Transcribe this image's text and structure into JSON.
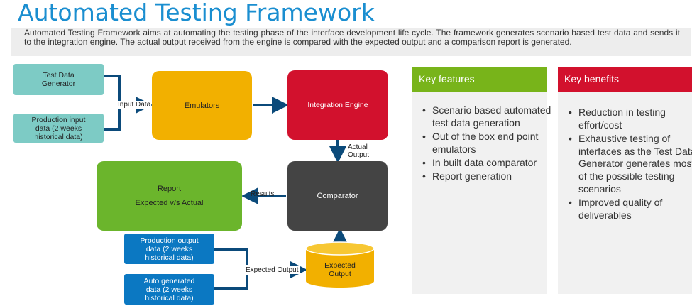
{
  "header": {
    "title": "Automated Testing Framework",
    "description": "Automated Testing Framework aims at automating the testing phase of the interface development life cycle. The framework generates scenario based test data and sends it to the integration engine. The actual output received from the engine is compared with the expected output and a comparison report is generated."
  },
  "diagram": {
    "test_data_generator": [
      "Test Data",
      "Generator"
    ],
    "production_input": [
      "Production input",
      "data (2 weeks",
      "historical data)"
    ],
    "input_data_label": "Input Data",
    "emulators": "Emulators",
    "integration_engine": "Integration Engine",
    "actual_output_label": [
      "Actual",
      "Output"
    ],
    "comparator": "Comparator",
    "results_label": "Results",
    "report": [
      "Report",
      "Expected v/s Actual"
    ],
    "production_output": [
      "Production output",
      "data (2 weeks",
      "historical data)"
    ],
    "auto_generated": [
      "Auto generated",
      "data (2 weeks",
      "historical data)"
    ],
    "expected_output_label": "Expected Output",
    "expected_output_store": [
      "Expected",
      "Output"
    ]
  },
  "key_features": {
    "heading": "Key features",
    "items": [
      "Scenario based automated test data generation",
      "Out of the box end point emulators",
      "In built data comparator",
      "Report generation"
    ]
  },
  "key_benefits": {
    "heading": "Key benefits",
    "items": [
      "Reduction in testing effort/cost",
      "Exhaustive testing of interfaces as the Test Data Generator generates most of the possible testing scenarios",
      "Improved quality of deliverables"
    ]
  },
  "colors": {
    "title_blue": "#1a8ed0",
    "teal": "#7dcbc5",
    "orange": "#f2b000",
    "red": "#d2112d",
    "dark_gray": "#444444",
    "green": "#6bb52c",
    "blue": "#0b78c2",
    "arrow": "#0b4a7a",
    "features_head": "#78b41a",
    "benefits_head": "#d2112d"
  }
}
